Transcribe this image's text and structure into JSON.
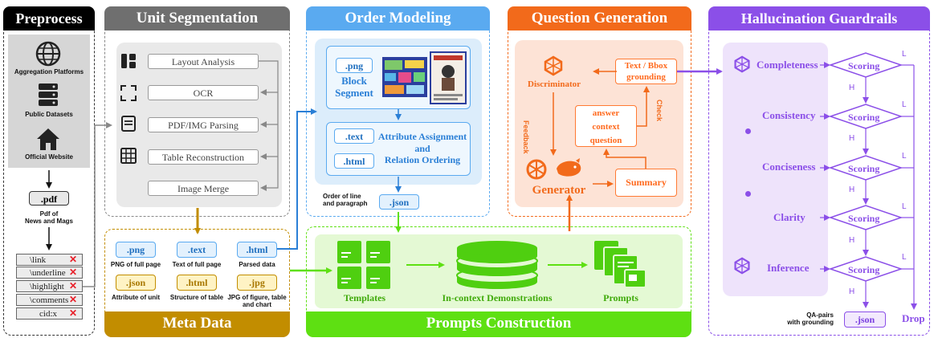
{
  "preprocess": {
    "header": "Preprocess",
    "sources": [
      "Aggregation Platforms",
      "Public Datasets",
      "Official Website"
    ],
    "pdf_tag": ".pdf",
    "pdf_caption": [
      "Pdf of",
      "News and Mags"
    ],
    "filters": [
      "\\link",
      "\\underline",
      "\\highlight",
      "\\comments",
      "cid:x"
    ],
    "filter_mark": "✕"
  },
  "unit_segmentation": {
    "header": "Unit Segmentation",
    "steps": [
      "Layout Analysis",
      "OCR",
      "PDF/IMG Parsing",
      "Table Reconstruction",
      "Image Merge"
    ]
  },
  "meta_data": {
    "header": "Meta Data",
    "items": [
      {
        "tag": ".png",
        "caption": "PNG of full page"
      },
      {
        "tag": ".text",
        "caption": "Text of full page"
      },
      {
        "tag": ".html",
        "caption": "Parsed data"
      },
      {
        "tag": ".json",
        "caption": "Attribute of unit"
      },
      {
        "tag": ".html",
        "caption": "Structure of table"
      },
      {
        "tag": ".jpg",
        "caption": "JPG of figure, table and chart"
      }
    ]
  },
  "order_modeling": {
    "header": "Order Modeling",
    "block_tag": ".png",
    "block_label": [
      "Block",
      "Segment"
    ],
    "text_tag": ".text",
    "html_tag": ".html",
    "attr_label": [
      "Attribute Assignment",
      "and",
      "Relation Ordering"
    ],
    "order_caption": [
      "Order of line",
      "and paragraph"
    ],
    "json_tag": ".json"
  },
  "question_generation": {
    "header": "Question Generation",
    "discriminator": "Discriminator",
    "text_bbox": [
      "Text / Bbox",
      "grounding"
    ],
    "check": "Check",
    "feedback": "Feedback",
    "acq": [
      "answer",
      "context",
      "question"
    ],
    "generator": "Generator",
    "summary": "Summary"
  },
  "prompts_construction": {
    "header": "Prompts Construction",
    "templates": "Templates",
    "demos": "In-context Demonstrations",
    "prompts": "Prompts"
  },
  "hallucination": {
    "header": "Hallucination Guardrails",
    "criteria": [
      "Completeness",
      "Consistency",
      "Conciseness",
      "Clarity",
      "Inference"
    ],
    "scoring": "Scoring",
    "low": "L",
    "high": "H",
    "qa_caption": [
      "QA-pairs",
      "with grounding"
    ],
    "json_tag": ".json",
    "drop": "Drop"
  },
  "colors": {
    "preprocess": "#000000",
    "unit_segmentation": "#707070",
    "meta_data": "#c28d00",
    "order_modeling": "#5aaaf0",
    "question_generation": "#f26a1b",
    "prompts_construction": "#5ee012",
    "hallucination": "#8b4fe8"
  }
}
